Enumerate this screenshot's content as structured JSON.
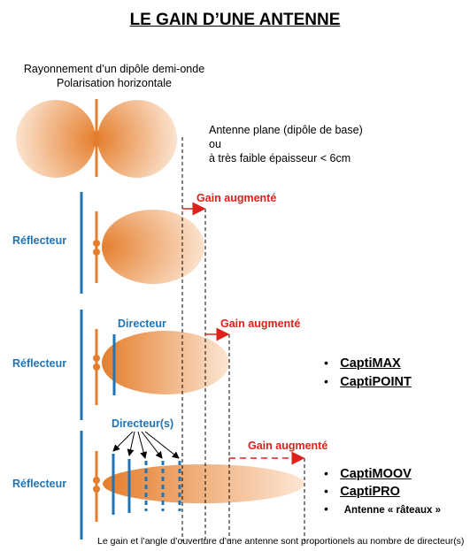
{
  "title": "LE GAIN D’UNE ANTENNE",
  "dipole_caption": {
    "line1": "Rayonnement d’un dipôle demi-onde",
    "line2": "Polarisation horizontale"
  },
  "flat_caption": {
    "line1": "Antenne plane (dipôle de base)",
    "line2": "ou",
    "line3": "à très faible épaisseur < 6cm"
  },
  "labels": {
    "reflecteur": "Réflecteur",
    "directeur": "Directeur",
    "directeurs": "Directeur(s)",
    "gain": "Gain augmenté"
  },
  "products_a": [
    "CaptiMAX",
    "CaptiPOINT"
  ],
  "products_b": [
    "CaptiMOOV",
    "CaptiPRO"
  ],
  "products_b_note": "Antenne « râteaux »",
  "bullet": "•",
  "footer": "Le gain et l’angle d’ouverture d’une antenne sont proportionels au nombre de directeur(s)",
  "colors": {
    "orange": "#e57e2c",
    "blue": "#1f74b8",
    "red": "#e0201b"
  }
}
